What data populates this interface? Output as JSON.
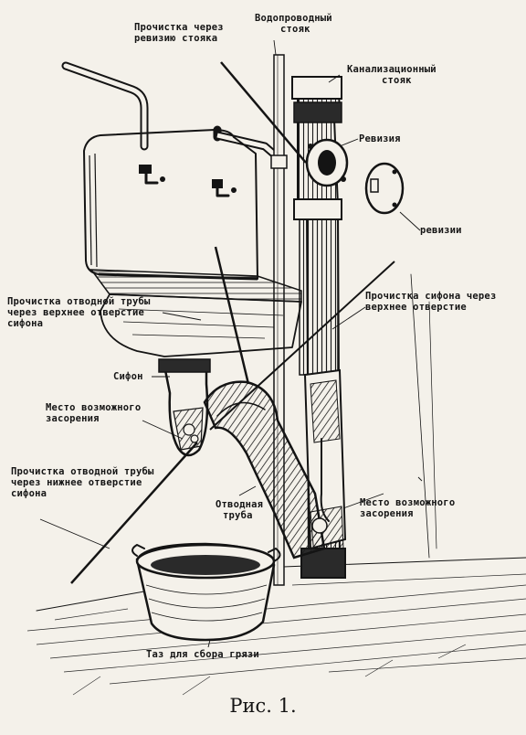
{
  "labels": {
    "riser_cleanout": [
      "Прочистка через",
      "ревизию стояка"
    ],
    "water_riser": [
      "Водопроводный",
      "стояк"
    ],
    "sewer_riser": [
      "Канализационный",
      "стояк"
    ],
    "revision": "Ревизия",
    "revision_side": "ревизии",
    "drain_pipe_top": [
      "Прочистка отводной трубы",
      "через верхнее отверстие",
      "сифона"
    ],
    "siphon_top": [
      "Прочистка сифона через",
      "верхнее отверстие"
    ],
    "siphon": "Сифон",
    "clog_left": [
      "Место возможного",
      "засорения"
    ],
    "drain_pipe_bottom": [
      "Прочистка отводной трубы",
      "через нижнее отверстие",
      "сифона"
    ],
    "drain_pipe": [
      "Отводная",
      "труба"
    ],
    "clog_right": [
      "Место возможного",
      "засорения"
    ],
    "basin": "Таз для сбора грязи"
  },
  "caption": "Рис. 1.",
  "colors": {
    "ink": "#141414",
    "paper": "#f4f1ea"
  }
}
